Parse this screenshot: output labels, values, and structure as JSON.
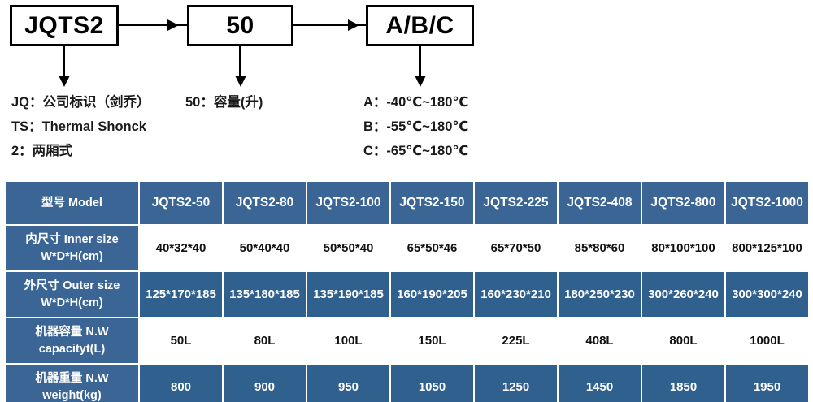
{
  "diagram": {
    "boxes": [
      {
        "name": "model-prefix",
        "label": "JQTS2"
      },
      {
        "name": "capacity",
        "label": "50"
      },
      {
        "name": "temp-class",
        "label": "A/B/C"
      }
    ],
    "legend_left": [
      "JQ：公司标识（剑乔）",
      "TS：Thermal Shonck",
      "2：两厢式"
    ],
    "legend_mid": [
      "50：容量(升)"
    ],
    "legend_right": [
      "A：-40℃~180℃",
      "B：-55℃~180℃",
      "C：-65℃~180℃"
    ]
  },
  "table": {
    "header_label": "型号 Model",
    "models": [
      "JQTS2-50",
      "JQTS2-80",
      "JQTS2-100",
      "JQTS2-150",
      "JQTS2-225",
      "JQTS2-408",
      "JQTS2-800",
      "JQTS2-1000"
    ],
    "rows": [
      {
        "name": "inner-size",
        "label_line1": "内尺寸 Inner size",
        "label_line2": "W*D*H(cm)",
        "style": "white",
        "values": [
          "40*32*40",
          "50*40*40",
          "50*50*40",
          "65*50*46",
          "65*70*50",
          "85*80*60",
          "80*100*100",
          "800*125*100"
        ]
      },
      {
        "name": "outer-size",
        "label_line1": "外尺寸 Outer size",
        "label_line2": "W*D*H(cm)",
        "style": "blue",
        "values": [
          "125*170*185",
          "135*180*185",
          "135*190*185",
          "160*190*205",
          "160*230*210",
          "180*250*230",
          "300*260*240",
          "300*300*240"
        ]
      },
      {
        "name": "machine-capacity",
        "label_line1": "机器容量 N.W",
        "label_line2": "capacityt(L)",
        "style": "white",
        "values": [
          "50L",
          "80L",
          "100L",
          "150L",
          "225L",
          "408L",
          "800L",
          "1000L"
        ]
      },
      {
        "name": "machine-weight",
        "label_line1": "机器重量 N.W",
        "label_line2": "weight(kg)",
        "style": "blue",
        "values": [
          "800",
          "900",
          "950",
          "1050",
          "1250",
          "1450",
          "1850",
          "1950"
        ]
      }
    ]
  },
  "colors": {
    "header_blue": "#3a6595",
    "cell_blue": "#30608e",
    "text_white": "#ffffff",
    "text_dark": "#111111",
    "line_black": "#000000"
  }
}
